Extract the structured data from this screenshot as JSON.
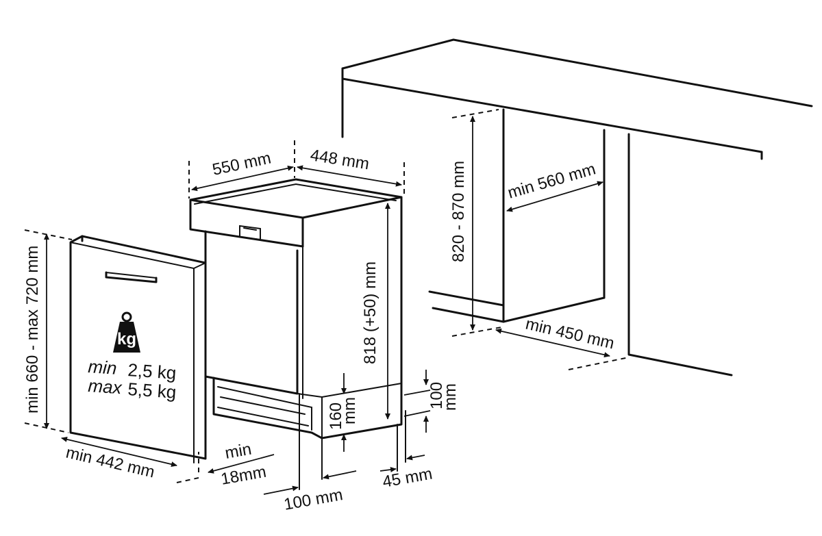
{
  "dimensions": {
    "height_appliance": "818 (+50) mm",
    "depth_appliance": "550 mm",
    "width_appliance": "448 mm",
    "niche_height": "820 - 870 mm",
    "niche_depth": "min 560 mm",
    "niche_width": "min 450 mm",
    "door_height": "min 660 - max 720 mm",
    "door_width": "min 442 mm",
    "door_thickness_min": "min",
    "door_thickness_value": "18mm",
    "plinth_offset": "100 mm",
    "plinth_height_value": "160",
    "plinth_height_unit": "mm",
    "plinth_gap_value": "100",
    "plinth_gap_unit": "mm",
    "side_gap": "45 mm"
  },
  "door_weight": {
    "icon_text": "kg",
    "min_word": "min",
    "min_value": "2,5 kg",
    "max_word": "max",
    "max_value": "5,5 kg"
  }
}
